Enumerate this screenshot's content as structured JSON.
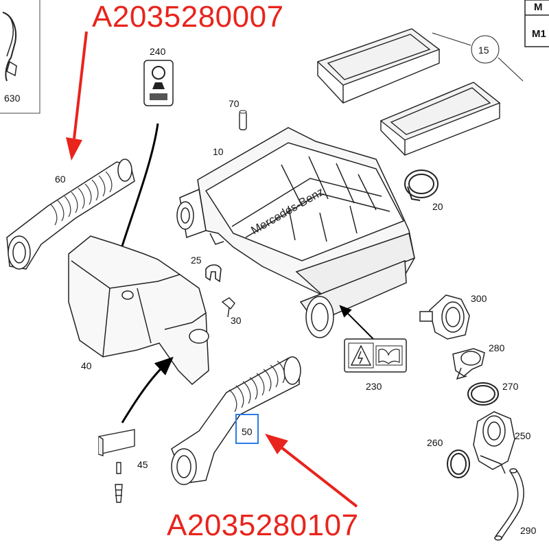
{
  "annotations": {
    "top_part_number": "A2035280007",
    "bottom_part_number": "A2035280107",
    "accent_color": "#e8241c",
    "highlight_color": "#2a7be4"
  },
  "callouts": {
    "c630": "630",
    "c240": "240",
    "c70": "70",
    "c10": "10",
    "c15": "15",
    "c60": "60",
    "c20": "20",
    "c25": "25",
    "c30": "30",
    "c300": "300",
    "c40": "40",
    "c280": "280",
    "c230": "230",
    "c270": "270",
    "c50": "50",
    "c260": "260",
    "c250": "250",
    "c45": "45",
    "c290": "290"
  },
  "engine_cover": {
    "brand_text": "Mercedes-Benz"
  },
  "corner_table": {
    "row1": "M",
    "row2": "M1"
  }
}
